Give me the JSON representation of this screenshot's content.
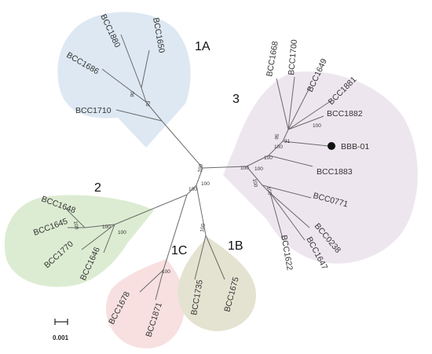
{
  "colors": {
    "clade_1A": "#dde8f3",
    "clade_1B": "#e4e3d1",
    "clade_1C": "#f8e0e0",
    "clade_2": "#dcecd2",
    "clade_3": "#eee6ef",
    "branch": "#6a6a6a",
    "sample_marker": "#111111"
  },
  "clade_labels": {
    "c1A": "1A",
    "c1B": "1B",
    "c1C": "1C",
    "c2": "2",
    "c3": "3"
  },
  "leaves": {
    "BCC1880": "BCC1880",
    "BCC1650": "BCC1650",
    "BCC1686": "BCC1686",
    "BCC1710": "BCC1710",
    "BCC1668": "BCC1668",
    "BCC1700": "BCC1700",
    "BCC1649": "BCC1649",
    "BCC1881": "BCC1881",
    "BCC1882": "BCC1882",
    "BBB01": "BBB-01",
    "BCC1883": "BCC1883",
    "BCC0771": "BCC0771",
    "BCC0238": "BCC0238",
    "BCC1647": "BCC1647",
    "BCC1622": "BCC1622",
    "BCC1648": "BCC1648",
    "BCC1645": "BCC1645",
    "BCC1770": "BCC1770",
    "BCC1646": "BCC1646",
    "BCC1678": "BCC1678",
    "BCC1871": "BCC1871",
    "BCC1735": "BCC1735",
    "BCC1675": "BCC1675"
  },
  "bootstrap": {
    "b_1A_90": "90",
    "b_1A_93": "93",
    "b_root_100": "100",
    "b_3_100a": "100",
    "b_3_100b": "100",
    "b_3_100c": "100",
    "b_3_100d": "100",
    "b_3_95": "95",
    "b_3_91": "91",
    "b_3_100e": "100",
    "b_3_100f": "100",
    "b_3_100g": "100",
    "b_mid_100": "100",
    "b_mid_100b": "100",
    "b_2_100": "100",
    "b_2_100b": "100",
    "b_2_100c": "100",
    "b_1C_100": "100",
    "b_1B_100": "100"
  },
  "scale_bar": {
    "label": "0.001"
  }
}
